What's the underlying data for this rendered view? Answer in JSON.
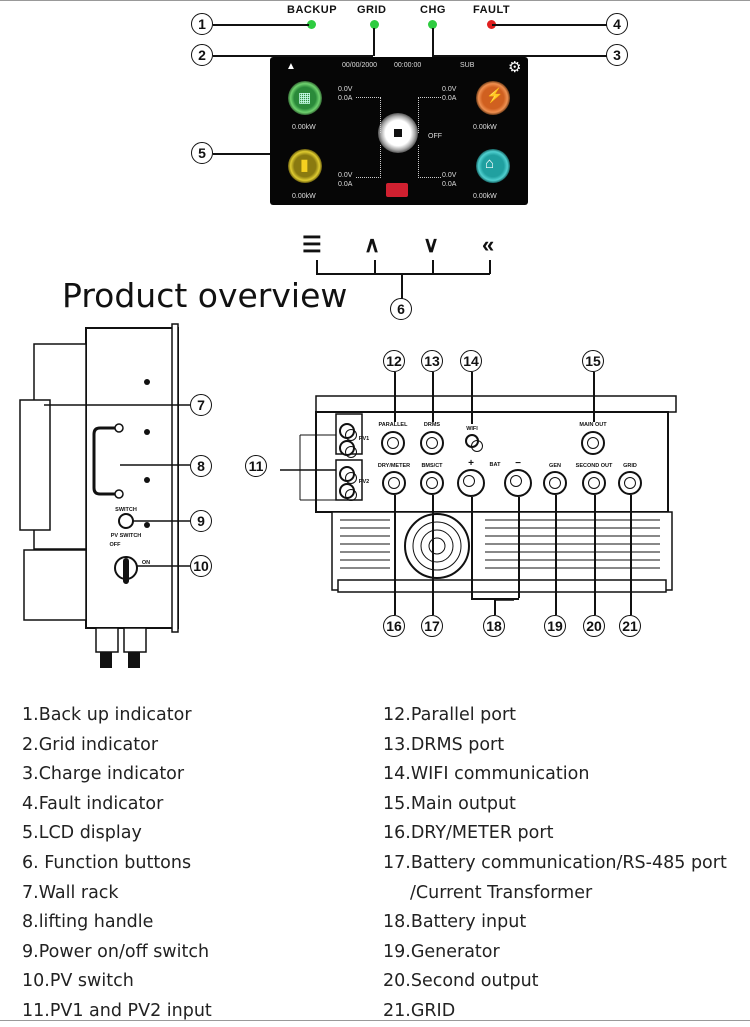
{
  "indicators": [
    {
      "num": "1",
      "label": "BACKUP",
      "color": "#2ecc40"
    },
    {
      "num": "2",
      "label": "GRID",
      "color": "#2ecc40"
    },
    {
      "num": "3",
      "label": "CHG",
      "color": "#2ecc40"
    },
    {
      "num": "4",
      "label": "FAULT",
      "color": "#e02020"
    }
  ],
  "lcd": {
    "warning_icon": "warning-triangle-icon",
    "date": "00/00/2000",
    "time": "00:00:00",
    "mode": "SUB",
    "settings_icon": "gear-icon",
    "pv": {
      "voltage": "0.0V",
      "current": "0.0A",
      "power": "0.00kW"
    },
    "grid": {
      "voltage": "0.0V",
      "current": "0.0A",
      "power": "0.00kW",
      "state": "OFF"
    },
    "battery": {
      "voltage": "0.0V",
      "current": "0.0A",
      "power": "0.00kW"
    },
    "load": {
      "voltage": "0.0V",
      "current": "0.0A",
      "power": "0.00kW"
    }
  },
  "callouts": [
    "1",
    "2",
    "3",
    "4",
    "5",
    "6",
    "7",
    "8",
    "9",
    "10",
    "11",
    "12",
    "13",
    "14",
    "15",
    "16",
    "17",
    "18",
    "19",
    "20",
    "21"
  ],
  "function_buttons": [
    "menu-icon",
    "up-icon",
    "down-icon",
    "back-icon"
  ],
  "title": "Product overview",
  "side_labels": {
    "switch": "SWITCH",
    "pv_switch": "PV SWITCH",
    "off": "OFF",
    "on": "ON"
  },
  "ports": {
    "parallel": "PARALLEL",
    "drms": "DRMS",
    "wifi": "WIFI",
    "main_out": "MAIN OUT",
    "pv1": "PV1",
    "pv2": "PV2",
    "plus": "+",
    "minus": "−",
    "dry_meter": "DRY/METER",
    "bms_ct": "BMS/CT",
    "bat": "BAT",
    "gen": "GEN",
    "second_out": "SECOND OUT",
    "grid": "GRID"
  },
  "legend_left": [
    "1.Back up indicator",
    "2.Grid indicator",
    "3.Charge indicator",
    "4.Fault indicator",
    "5.LCD display",
    "6. Function buttons",
    "7.Wall rack",
    "8.lifting handle",
    "9.Power on/off switch",
    "10.PV switch",
    "11.PV1 and PV2 input"
  ],
  "legend_right": [
    "12.Parallel port",
    "13.DRMS port",
    "14.WIFI communication",
    "15.Main output",
    "16.DRY/METER port",
    "17.Battery communication/RS-485 port",
    "/Current Transformer",
    "18.Battery input",
    "19.Generator",
    "20.Second output",
    "21.GRID"
  ]
}
